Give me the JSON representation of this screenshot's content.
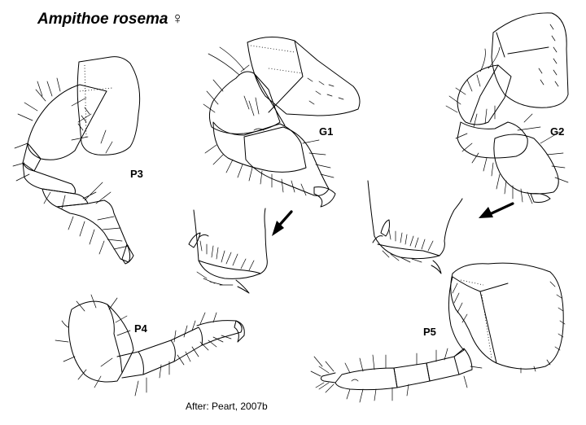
{
  "figure": {
    "title": "Ampithoe rosema",
    "sex_symbol": "♀",
    "credit": "After: Peart, 2007b"
  },
  "labels": {
    "p3": "P3",
    "g1": "G1",
    "g2": "G2",
    "p4": "P4",
    "p5": "P5"
  },
  "colors": {
    "ink": "#000000",
    "paper": "#ffffff"
  }
}
